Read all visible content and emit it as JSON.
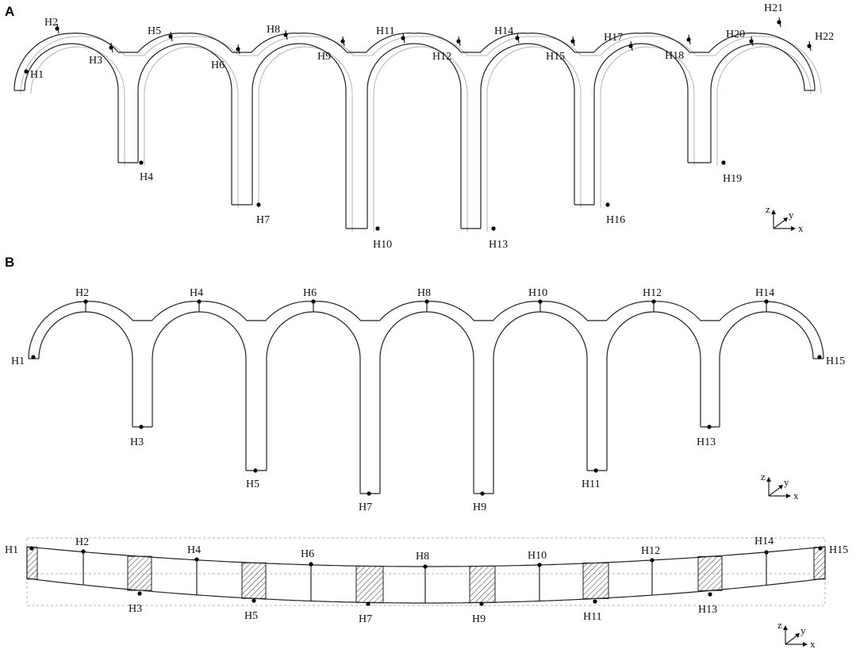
{
  "panelA": {
    "letter": "A",
    "labels": [
      "H1",
      "H2",
      "H3",
      "H4",
      "H5",
      "H6",
      "H7",
      "H8",
      "H9",
      "H10",
      "H11",
      "H12",
      "H13",
      "H14",
      "H15",
      "H16",
      "H17",
      "H18",
      "H19",
      "H20",
      "H21",
      "H22"
    ],
    "axes": {
      "z": "z",
      "y": "y",
      "x": "x"
    }
  },
  "panelB": {
    "letter": "B",
    "labels": [
      "H1",
      "H2",
      "H3",
      "H4",
      "H5",
      "H6",
      "H7",
      "H8",
      "H9",
      "H10",
      "H11",
      "H12",
      "H13",
      "H14",
      "H15"
    ],
    "axes": {
      "z": "z",
      "y": "y",
      "x": "x"
    }
  },
  "planView": {
    "labels": [
      "H1",
      "H2",
      "H3",
      "H4",
      "H5",
      "H6",
      "H7",
      "H8",
      "H9",
      "H10",
      "H11",
      "H12",
      "H13",
      "H14",
      "H15"
    ],
    "axes": {
      "z": "z",
      "y": "y",
      "x": "x"
    }
  }
}
